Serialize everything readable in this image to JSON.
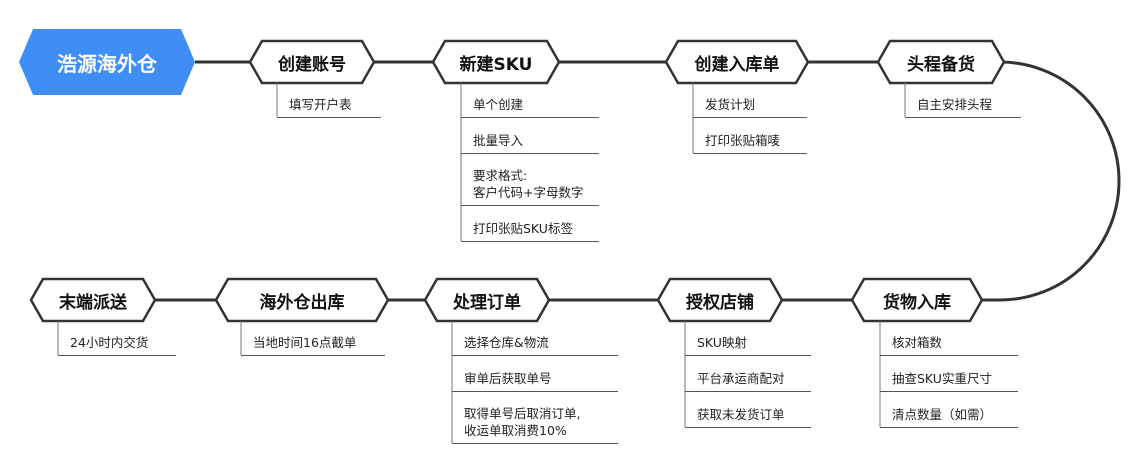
{
  "root": {
    "label": "浩源海外仓",
    "color": "#3e8ef5"
  },
  "steps": [
    {
      "label": "创建账号",
      "subs": [
        "填写开户表"
      ]
    },
    {
      "label": "新建SKU",
      "subs": [
        "单个创建",
        "批量导入",
        "要求格式:\n客户代码+字母数字",
        "打印张贴SKU标签"
      ]
    },
    {
      "label": "创建入库单",
      "subs": [
        "发货计划",
        "打印张贴箱唛"
      ]
    },
    {
      "label": "头程备货",
      "subs": [
        "自主安排头程"
      ]
    },
    {
      "label": "货物入库",
      "subs": [
        "核对箱数",
        "抽查SKU实重尺寸",
        "清点数量（如需）"
      ]
    },
    {
      "label": "授权店铺",
      "subs": [
        "SKU映射",
        "平台承运商配对",
        "获取未发货订单"
      ]
    },
    {
      "label": "处理订单",
      "subs": [
        "选择仓库&物流",
        "审单后获取单号",
        "取得单号后取消订单,\n收运单取消费10%"
      ]
    },
    {
      "label": "海外仓出库",
      "subs": [
        "当地时间16点截单"
      ]
    },
    {
      "label": "末端派送",
      "subs": [
        "24小时内交货"
      ]
    }
  ]
}
